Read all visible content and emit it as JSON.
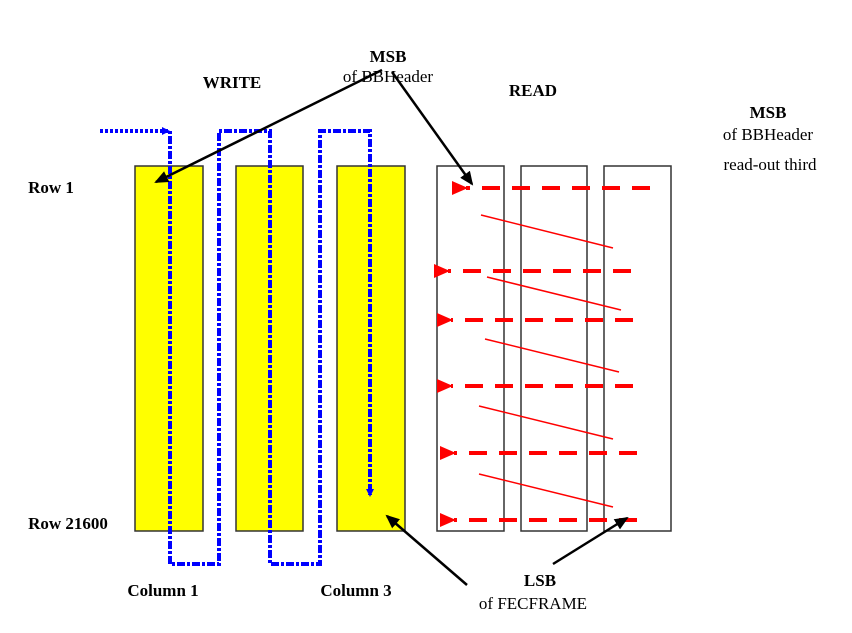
{
  "labels": {
    "msb_top": "MSB",
    "msb_top_sub": "of BBHeader",
    "write": "WRITE",
    "read": "READ",
    "msb_right": "MSB",
    "msb_right_sub1": "of BBHeader",
    "msb_right_sub2": "read-out third",
    "row1": "Row 1",
    "row_last": "Row 21600",
    "column1": "Column 1",
    "column3": "Column 3",
    "lsb": "LSB",
    "lsb_sub": "of FECFRAME"
  },
  "colors": {
    "write_fill": "#ffff00",
    "write_path": "#0000ff",
    "read_path": "#ff0000"
  }
}
